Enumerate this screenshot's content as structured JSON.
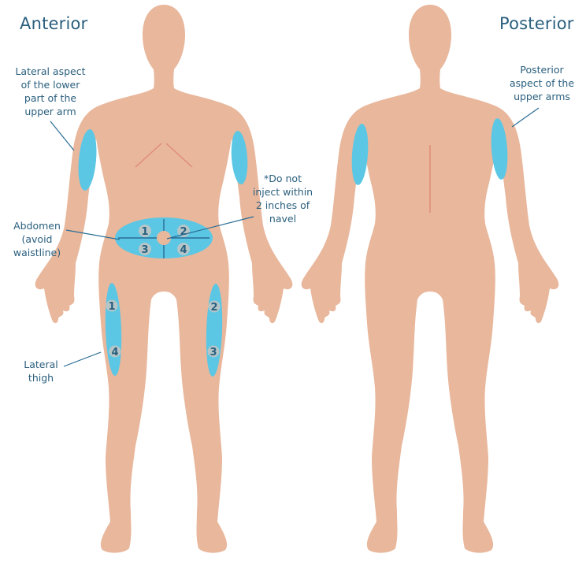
{
  "titles": {
    "anterior": "Anterior",
    "posterior": "Posterior"
  },
  "labels": {
    "lateral_upper_arm": "Lateral aspect\nof the lower\npart of the\nupper arm",
    "abdomen": "Abdomen\n(avoid\nwaistline)",
    "lateral_thigh": "Lateral\nthigh",
    "navel_note": "*Do not\ninject within\n2 inches of\nnavel",
    "posterior_upper_arms": "Posterior\naspect of the\nupper arms"
  },
  "site_numbers": {
    "abdomen": [
      "1",
      "2",
      "3",
      "4"
    ],
    "left_thigh": [
      "1",
      "4"
    ],
    "right_thigh": [
      "2",
      "3"
    ]
  },
  "colors": {
    "skin": "#e8b79c",
    "skin_line": "#e08a76",
    "injection_site": "#5bc7e4",
    "site_lines": "#2a6d95",
    "number_badge": "#b6c6c8",
    "text": "#2a5f7e"
  }
}
